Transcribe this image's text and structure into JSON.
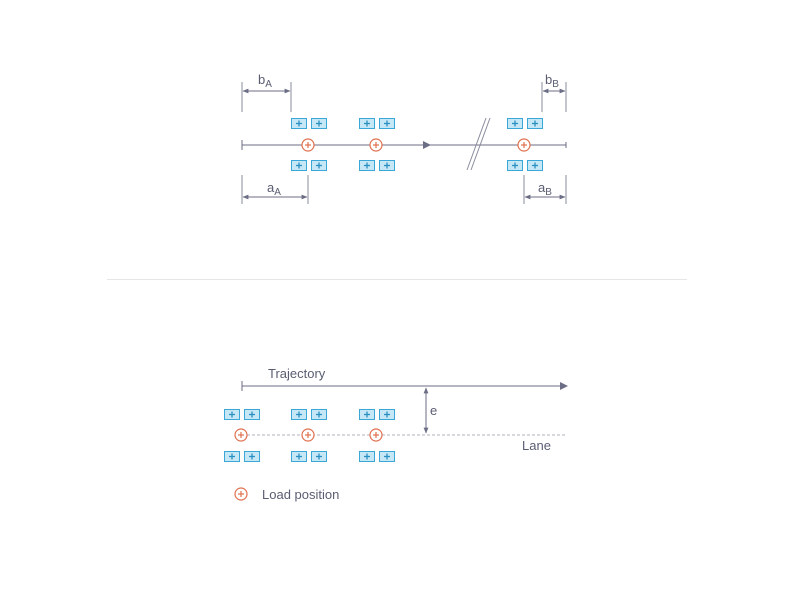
{
  "colors": {
    "line": "#6b6e85",
    "load": "#e0704e",
    "wheel_fill": "#c6e7f5",
    "wheel_stroke": "#3aa7d6",
    "divider": "#e6e6e6",
    "lane": "#b0b2bd",
    "text": "#5a5d72"
  },
  "top_diagram": {
    "labels": {
      "bA": {
        "main": "b",
        "sub": "A"
      },
      "aA": {
        "main": "a",
        "sub": "A"
      },
      "bB": {
        "main": "b",
        "sub": "B"
      },
      "aB": {
        "main": "a",
        "sub": "B"
      }
    },
    "load_positions_x": [
      308,
      376,
      524
    ]
  },
  "bottom_diagram": {
    "trajectory_label": "Trajectory",
    "lane_label": "Lane",
    "eccentricity_label": "e",
    "load_positions_x": [
      241,
      308,
      376
    ]
  },
  "legend": {
    "load_position_label": "Load position"
  }
}
